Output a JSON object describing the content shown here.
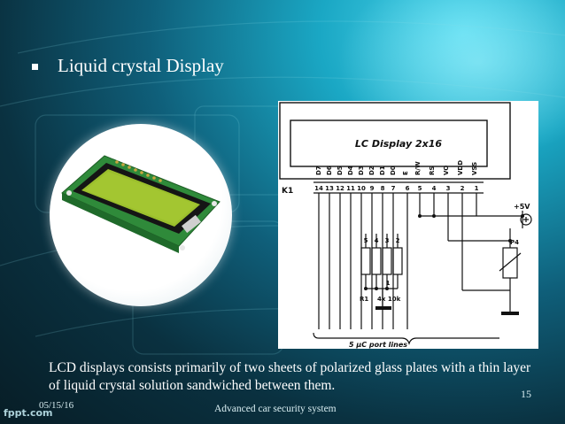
{
  "slide": {
    "heading": "Liquid crystal Display",
    "body": "LCD displays consists primarily of two sheets of polarized glass plates with a thin layer of liquid crystal solution sandwiched between them.",
    "page_number": "15",
    "footer_date": "05/15/16",
    "footer_title": "Advanced  car  security system",
    "watermark": "fppt.com"
  },
  "schematic": {
    "display_label": "LC Display 2x16",
    "connector_label": "K1",
    "pin_names": [
      "D7",
      "D6",
      "D5",
      "D4",
      "D3",
      "D2",
      "D1",
      "D0",
      "E",
      "R/W",
      "RS",
      "VO",
      "VDD",
      "VSS"
    ],
    "pin_numbers": [
      "14",
      "13",
      "12",
      "11",
      "10",
      "9",
      "8",
      "7",
      "6",
      "5",
      "4",
      "3",
      "2",
      "1"
    ],
    "resistor_pins": [
      "5",
      "4",
      "3",
      "2"
    ],
    "resistor_common": "1",
    "resistor_label": "R1",
    "resistor_value": "4x 10k",
    "supply_label": "+5V",
    "pot_label": "P4",
    "port_lines_label": "5 µC port lines"
  },
  "icons": {
    "bullet": "square-bullet-icon",
    "plus": "plus-circle-icon"
  },
  "colors": {
    "text": "#ffffff",
    "background_dark": "#0a3140",
    "background_accent": "#1aa7c4",
    "lcd_green": "#9bbf2c"
  }
}
